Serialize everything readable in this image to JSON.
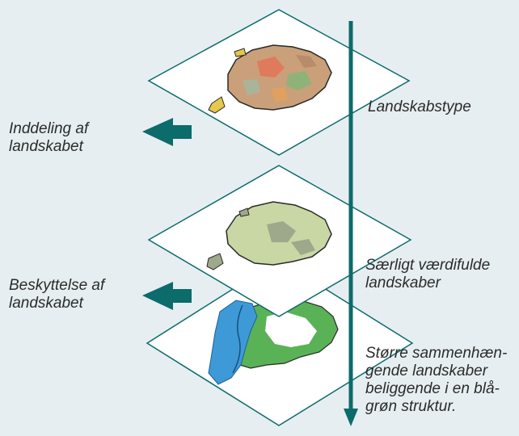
{
  "left_labels": {
    "top": [
      "Inddeling af",
      "landskabet"
    ],
    "bottom": [
      "Beskyttelse af",
      "landskabet"
    ]
  },
  "right_labels": {
    "layer1": [
      "Landskabstype"
    ],
    "layer2": [
      "Særligt værdifulde",
      "landskaber"
    ],
    "layer3": [
      "Større sammenhæn-",
      "gende landskaber",
      "beliggende i en blå-",
      "grøn struktur."
    ]
  },
  "colors": {
    "background": "#e6eef1",
    "arrow": "#0c6b6b",
    "plane_border": "#0c6b6b",
    "plane_fill": "#ffffff",
    "land_types": "#c9a07a",
    "valuable_land": "#c8d7a4",
    "blue_structure": "#3d9ad6",
    "green_structure": "#5ab257"
  },
  "icons": {
    "left_arrows": "arrow-left-icon",
    "vertical_arrow": "arrow-down-icon"
  }
}
